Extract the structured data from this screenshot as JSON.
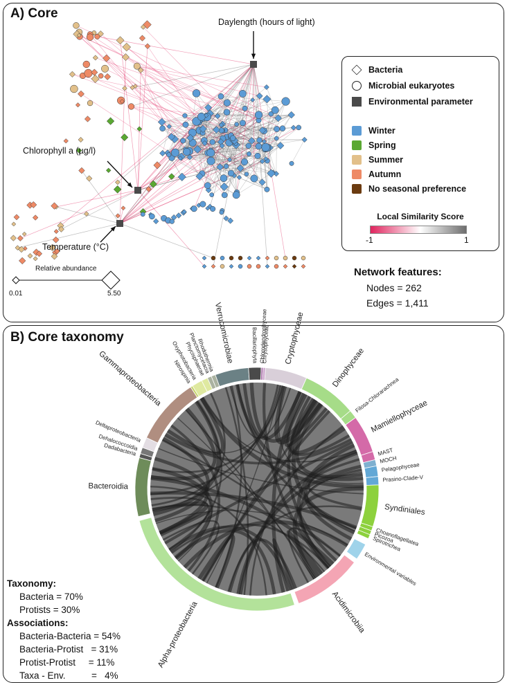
{
  "panel_a": {
    "title": "A) Core",
    "annotations": {
      "daylength": "Daylength (hours of light)",
      "chlorophyll": "Chlorophyll a (µg/l)",
      "temperature": "Temperature (°C)"
    },
    "legend": {
      "shapes": [
        {
          "label": "Bacteria",
          "shape": "diamond"
        },
        {
          "label": "Microbial eukaryotes",
          "shape": "circle"
        },
        {
          "label": "Environmental parameter",
          "shape": "square"
        }
      ],
      "seasons": [
        {
          "label": "Winter",
          "color": "#5b9bd5"
        },
        {
          "label": "Spring",
          "color": "#5aa832"
        },
        {
          "label": "Summer",
          "color": "#e2c08a"
        },
        {
          "label": "Autumn",
          "color": "#ee8a66"
        },
        {
          "label": "No seasonal preference",
          "color": "#6b3b10"
        }
      ],
      "lss_title": "Local Similarity Score",
      "lss_min": "-1",
      "lss_max": "1",
      "lss_colors": {
        "negative": "#e0245e",
        "neutral": "#ffffff",
        "positive": "#6e6e6e"
      }
    },
    "relative_abundance": {
      "label": "Relative abundance",
      "min": "0.01",
      "max": "5.50"
    },
    "network_features": {
      "title": "Network features:",
      "nodes": "Nodes = 262",
      "edges": "Edges  = 1,411"
    }
  },
  "panel_b": {
    "title": "B) Core taxonomy",
    "summary": {
      "taxonomy_title": "Taxonomy:",
      "taxonomy": [
        "Bacteria = 70%",
        "Protists = 30%"
      ],
      "associations_title": "Associations:",
      "associations": [
        "Bacteria-Bacteria = 54%",
        "Bacteria-Protist   = 31%",
        "Protist-Protist     = 11%",
        "Taxa - Env.          =   4%"
      ]
    },
    "chord_sectors": [
      {
        "label": "Cryptophyceae",
        "color": "#d9cfd9"
      },
      {
        "label": "Dinophyceae",
        "color": "#a6dc88"
      },
      {
        "label": "Filosa-Chlorarachnea",
        "color": "#a6dc88"
      },
      {
        "label": "Mamiellophyceae",
        "color": "#d46aa8"
      },
      {
        "label": "MAST",
        "color": "#d46aa8"
      },
      {
        "label": "MOCH",
        "color": "#7fb0d0"
      },
      {
        "label": "Pelagophyceae",
        "color": "#62a8d6"
      },
      {
        "label": "Prasino-Clade-V",
        "color": "#62a8d6"
      },
      {
        "label": "Syndiniales",
        "color": "#8dd13d"
      },
      {
        "label": "Choanoflagellatea",
        "color": "#8dd13d"
      },
      {
        "label": "Picozoa",
        "color": "#8dd13d"
      },
      {
        "label": "Spirotrichea",
        "color": "#8dd13d"
      },
      {
        "label": "Environmental variables",
        "color": "#9fd3ea"
      },
      {
        "label": "Acidimicrobiia",
        "color": "#f4a5b4"
      },
      {
        "label": "Alpha-proteobacteria",
        "color": "#b3e29a"
      },
      {
        "label": "Bacteroidia",
        "color": "#6e8c5a"
      },
      {
        "label": "Dadabacteria",
        "color": "#555555"
      },
      {
        "label": "Dehalococcoidia",
        "color": "#777777"
      },
      {
        "label": "Deltaproteobacteria",
        "color": "#e3dde3"
      },
      {
        "label": "Gammaproteobacteria",
        "color": "#b08e80"
      },
      {
        "label": "Nitrospinia",
        "color": "#c6d36a"
      },
      {
        "label": "Oxyphotobacteria",
        "color": "#dfe9a0"
      },
      {
        "label": "Phycisphaerae",
        "color": "#dfe9a0"
      },
      {
        "label": "Planctomycetacia",
        "color": "#aab2a0"
      },
      {
        "label": "Rhodothermia",
        "color": "#aab2a0"
      },
      {
        "label": "Verrucomicrobiae",
        "color": "#6b8185"
      },
      {
        "label": "Bacillariophyta",
        "color": "#4a4a4a"
      },
      {
        "label": "Chlorodendrophyceae",
        "color": "#b07ab0"
      },
      {
        "label": "Chrysophyceae",
        "color": "#c9a0c9"
      }
    ]
  }
}
